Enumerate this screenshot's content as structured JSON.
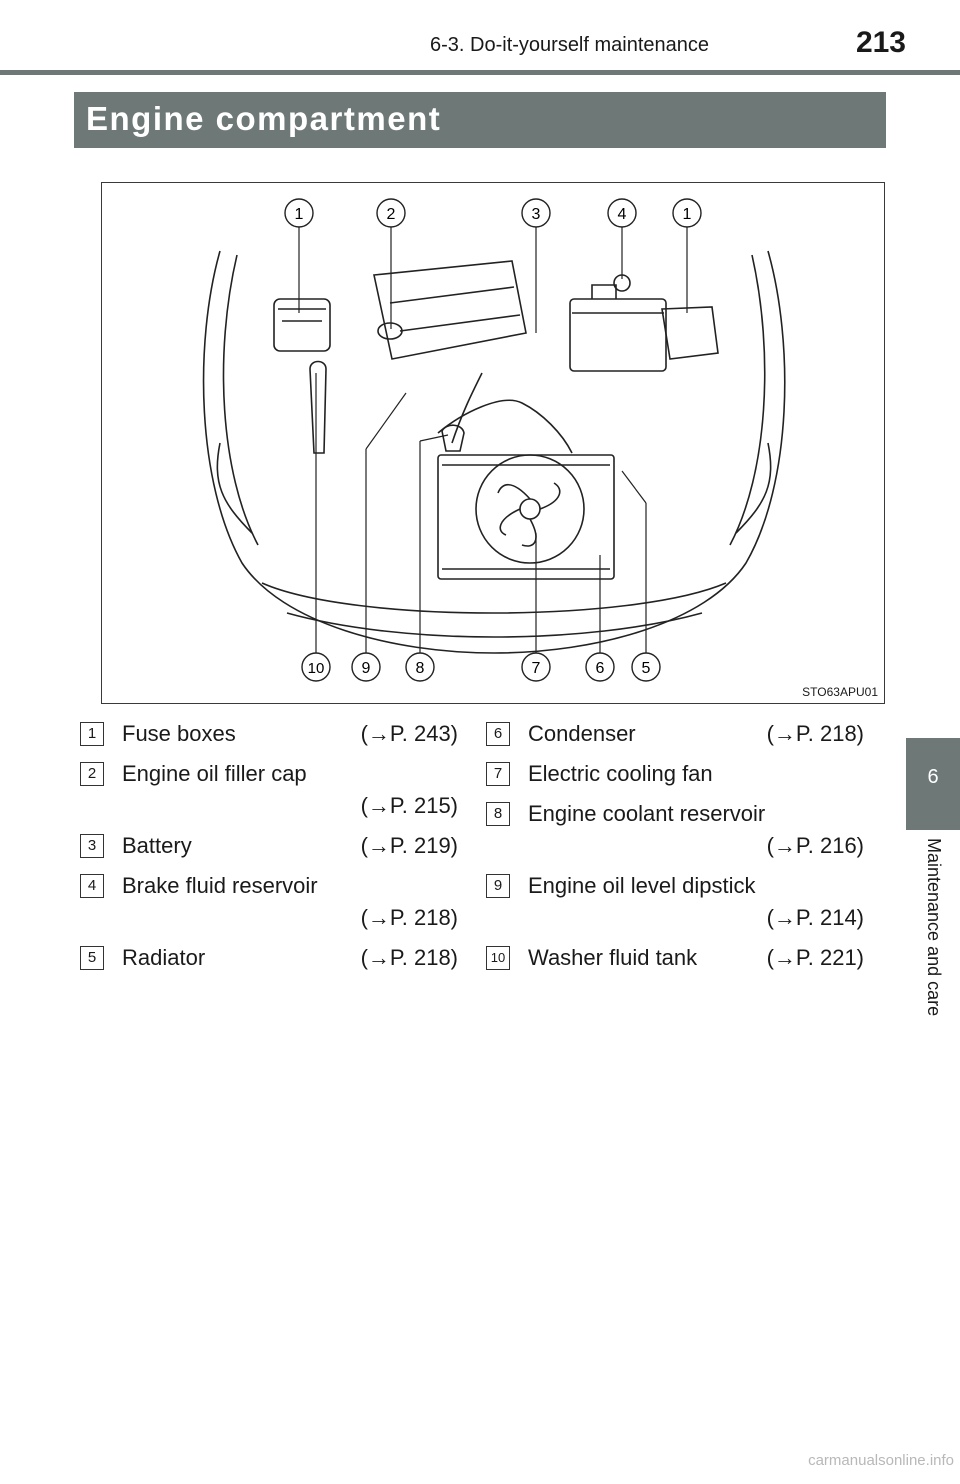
{
  "header": {
    "section": "6-3. Do-it-yourself maintenance",
    "page_number": "213"
  },
  "title": "Engine compartment",
  "figure": {
    "code": "STO63APU01",
    "callouts_top": [
      "1",
      "2",
      "3",
      "4",
      "1"
    ],
    "callouts_bottom": [
      "10",
      "9",
      "8",
      "7",
      "6",
      "5"
    ]
  },
  "legend": {
    "left": [
      {
        "num": "1",
        "lines": [
          "Fuse boxes"
        ],
        "ref": "(→P. 243)"
      },
      {
        "num": "2",
        "lines": [
          "Engine oil filler cap"
        ],
        "ref": "(→P. 215)"
      },
      {
        "num": "3",
        "lines": [
          "Battery"
        ],
        "ref": "(→P. 219)"
      },
      {
        "num": "4",
        "lines": [
          "Brake fluid reservoir"
        ],
        "ref": "(→P. 218)"
      },
      {
        "num": "5",
        "lines": [
          "Radiator"
        ],
        "ref": "(→P. 218)"
      }
    ],
    "right": [
      {
        "num": "6",
        "lines": [
          "Condenser"
        ],
        "ref": "(→P. 218)"
      },
      {
        "num": "7",
        "lines": [
          "Electric cooling fan"
        ],
        "ref": ""
      },
      {
        "num": "8",
        "lines": [
          "Engine coolant reservoir"
        ],
        "ref": "(→P. 216)"
      },
      {
        "num": "9",
        "lines": [
          "Engine oil level dipstick"
        ],
        "ref": "(→P. 214)"
      },
      {
        "num": "10",
        "lines": [
          "Washer fluid tank"
        ],
        "ref": "(→P. 221)"
      }
    ]
  },
  "side_tab": {
    "chapter_number": "6",
    "chapter_label": "Maintenance and care"
  },
  "watermark": "carmanualsonline.info"
}
